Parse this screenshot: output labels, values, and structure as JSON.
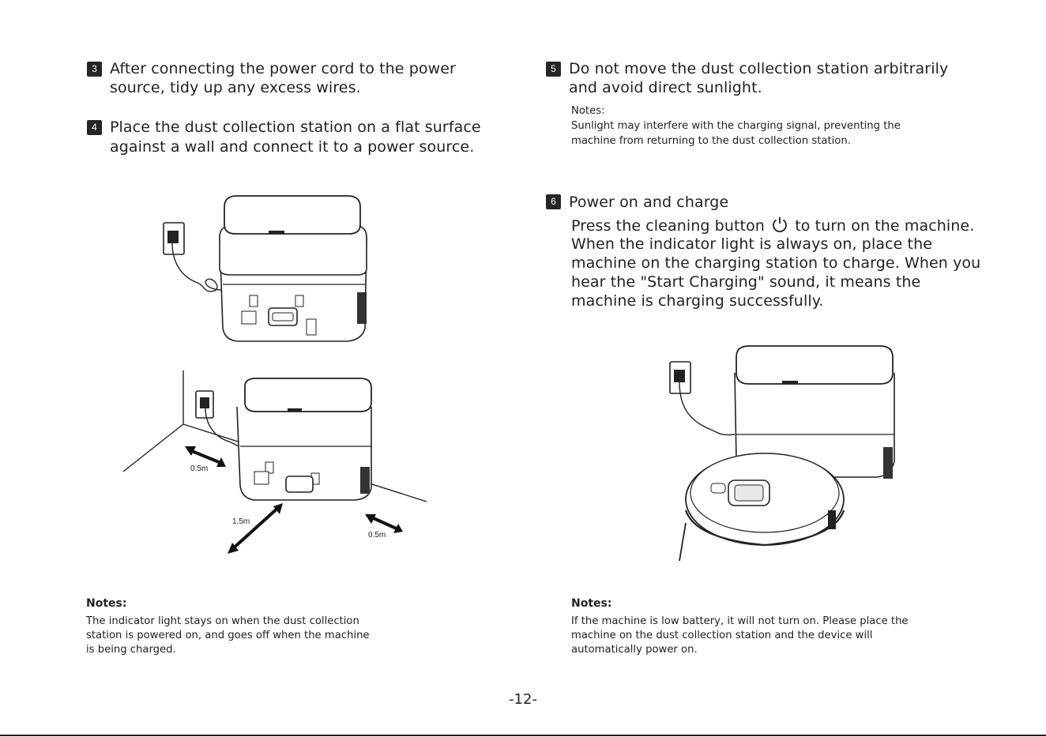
{
  "left": {
    "step3": {
      "number": "3",
      "lines": [
        "After connecting the power cord to the power",
        "source, tidy up any excess wires."
      ]
    },
    "step4": {
      "number": "4",
      "lines": [
        "Place the dust collection station on a flat surface",
        "against a wall and connect it to a power source."
      ]
    },
    "diagram": {
      "dist_side_left": "0.5m",
      "dist_front": "1.5m",
      "dist_side_right": "0.5m"
    },
    "notes": {
      "heading": "Notes:",
      "lines": [
        "The indicator light stays on when the dust collection",
        "station is powered on, and goes off when the machine",
        "is being charged."
      ]
    }
  },
  "right": {
    "step5": {
      "number": "5",
      "lines": [
        "Do not move the dust collection station arbitrarily",
        "and avoid direct sunlight."
      ],
      "notes_heading": "Notes:",
      "notes_lines": [
        "Sunlight may interfere with the charging signal, preventing the",
        "machine from returning to the dust collection station."
      ]
    },
    "step6": {
      "number": "6",
      "title": "Power on and charge",
      "line1_before": "Press the cleaning button",
      "line1_after": "to turn on the machine.",
      "lines": [
        "When the indicator light is always on, place the",
        "machine on the charging station to charge. When you",
        "hear the \"Start Charging\" sound, it means the",
        "machine is charging successfully."
      ],
      "button_icon": "power-icon"
    },
    "notes": {
      "heading": "Notes:",
      "lines": [
        "If the machine is low battery, it will not turn on. Please place the",
        "machine on the dust collection station and the device will",
        "automatically power on."
      ]
    }
  },
  "footer": {
    "page_number": "-12-"
  }
}
